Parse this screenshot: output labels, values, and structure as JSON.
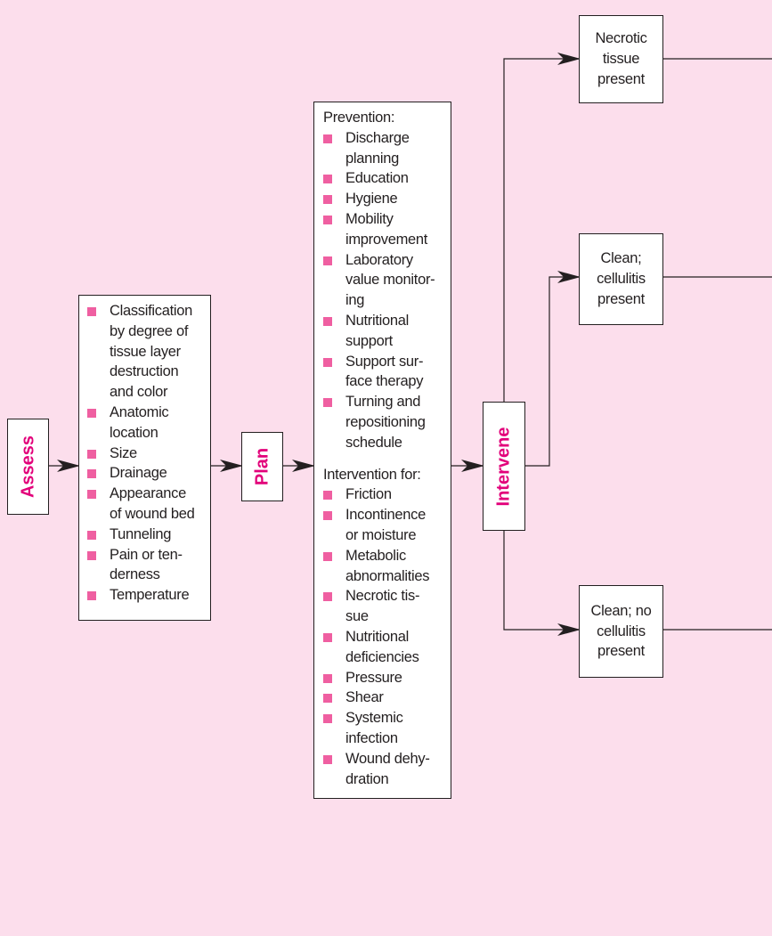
{
  "stages": {
    "assess": "Assess",
    "plan": "Plan",
    "intervene": "Intervene"
  },
  "assess_items": [
    "Classification\nby degree of\ntissue layer\ndestruction\nand color",
    "Anatomic\nlocation",
    "Size",
    "Drainage",
    "Appearance\nof wound bed",
    "Tunneling",
    "Pain or ten-\nderness",
    "Temperature"
  ],
  "plan": {
    "prevention_heading": "Prevention:",
    "prevention_items": [
      "Discharge\nplanning",
      "Education",
      "Hygiene",
      "Mobility\nimprovement",
      "Laboratory\nvalue monitor-\ning",
      "Nutritional\nsupport",
      "Support sur-\nface therapy",
      "Turning and\nrepositioning\nschedule"
    ],
    "intervention_heading": "Intervention for:",
    "intervention_items": [
      "Friction",
      "Incontinence\nor moisture",
      "Metabolic\nabnormalities",
      "Necrotic tis-\nsue",
      "Nutritional\ndeficiencies",
      "Pressure",
      "Shear",
      "Systemic\ninfection",
      "Wound dehy-\ndration"
    ]
  },
  "outcomes": [
    "Necrotic\ntissue\npresent",
    "Clean;\ncellulitis\npresent",
    "Clean; no\ncellulitis\npresent"
  ]
}
